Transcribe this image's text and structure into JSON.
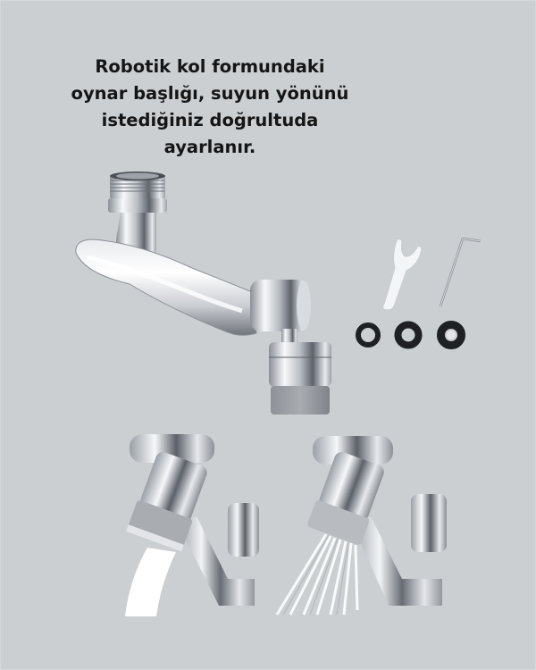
{
  "caption": {
    "lines": [
      "Robotik kol formundaki",
      "oynar başlığı, suyun yönünü",
      "istediğiniz doğrultuda",
      "ayarlanır."
    ]
  },
  "images": {
    "main_product": "robotic-arm-faucet-aerator",
    "accessories": [
      "wrench",
      "hex-key",
      "rubber-washer-small",
      "rubber-washer-medium",
      "rubber-washer-large"
    ],
    "demo_left": "solid-stream-mode",
    "demo_right": "spray-mode"
  },
  "colors": {
    "background": "#cbcfd2",
    "text": "#151515",
    "chrome_light": "#f4f5f7",
    "chrome_dark": "#7d828a",
    "washer": "#1e2023"
  }
}
